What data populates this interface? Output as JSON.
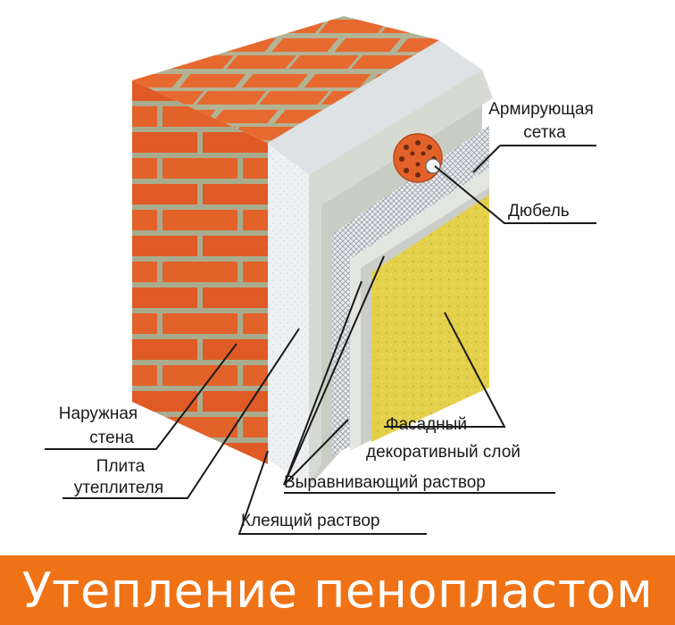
{
  "labels": {
    "armir_1": "Армирующая",
    "armir_2": "сетка",
    "dubel": "Дюбель",
    "wall_1": "Наружная",
    "wall_2": "стена",
    "plate_1": "Плита",
    "plate_2": "утеплителя",
    "facade_1": "Фасадный",
    "facade_2": "декоративный слой",
    "leveling": "Выравнивающий раствор",
    "adhesive": "Клеящий раствор"
  },
  "banner": {
    "title": "Утепление пенопластом"
  },
  "colors": {
    "brick": "#e2622a",
    "mortar": "#a9ab8e",
    "insulation": "#eef0f2",
    "plaster": "#cfd2c8",
    "decor": "#e6d24a",
    "banner": "#ef7316"
  }
}
